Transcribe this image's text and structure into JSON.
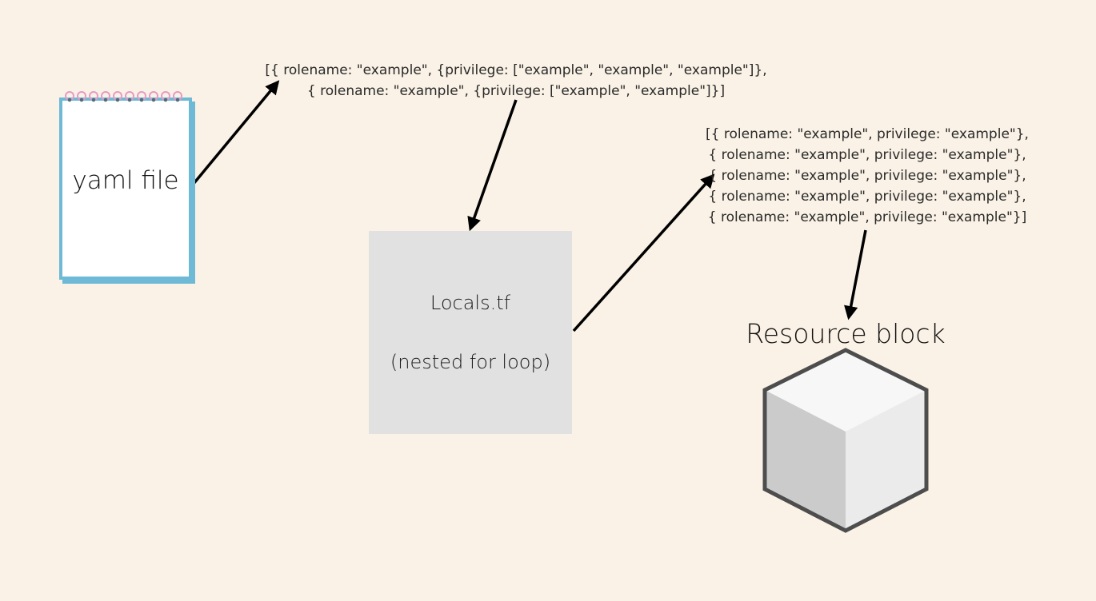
{
  "nodes": {
    "yaml": {
      "label": "yaml file"
    },
    "locals": {
      "title": "Locals.tf",
      "subtitle": "(nested for loop)"
    },
    "resource": {
      "label": "Resource block"
    }
  },
  "data_samples": {
    "nested": [
      "[{ rolename: \"example\", {privilege: [\"example\", \"example\", \"example\"]},",
      "{ rolename: \"example\", {privilege: [\"example\", \"example\"]}]"
    ],
    "flattened": [
      "[{ rolename: \"example\", privilege: \"example\"},",
      "{ rolename: \"example\", privilege: \"example\"},",
      "{ rolename: \"example\", privilege: \"example\"},",
      "{ rolename: \"example\", privilege: \"example\"},",
      "{ rolename: \"example\", privilege: \"example\"}]"
    ]
  },
  "icons": {
    "notepad": "notepad-icon",
    "cube": "cube-icon"
  },
  "colors": {
    "background": "#faf2e6",
    "notepad_border": "#6ebad6",
    "notepad_rings": "#e79ac4",
    "locals_box": "#e1e1e1",
    "arrow": "#000000",
    "cube_outline": "#4d4d4d"
  }
}
